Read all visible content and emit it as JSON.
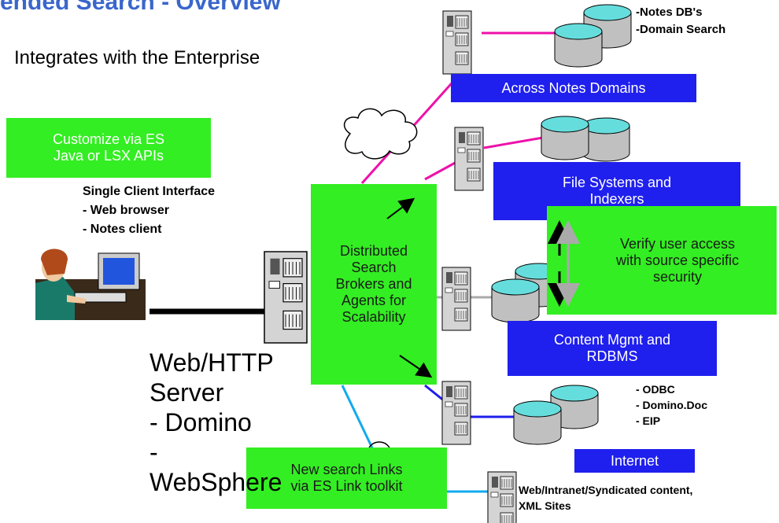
{
  "title": "ended Search - Overview",
  "subtitle": "Integrates with the Enterprise",
  "customize_box": [
    "Customize via ES",
    "Java or LSX APIs"
  ],
  "client_interface": [
    "Single Client Interface",
    "- Web browser",
    "- Notes client"
  ],
  "web_server": [
    "Web/HTTP",
    "Server",
    "- Domino",
    "-",
    "WebSphere"
  ],
  "brokers_box": [
    "Distributed",
    "Search",
    "Brokers and",
    "Agents for",
    "Scalability"
  ],
  "verify_box": [
    "Verify user access",
    "with source specific",
    "security"
  ],
  "new_links_box": [
    "New search Links",
    "via ES Link toolkit"
  ],
  "notes_domains": {
    "db_labels": [
      "-Notes DB's",
      "-Domain Search"
    ],
    "label": "Across Notes Domains"
  },
  "file_systems": {
    "label": [
      "File Systems and",
      "Indexers"
    ]
  },
  "content_mgmt": {
    "label": [
      "Content Mgmt and",
      "RDBMS"
    ]
  },
  "internet": {
    "label": "Internet",
    "db_labels": [
      "- ODBC",
      "- Domino.Doc",
      "- EIP"
    ]
  },
  "web_content": [
    "Web/Intranet/Syndicated content,",
    "XML Sites"
  ],
  "colors": {
    "green": "#33ee22",
    "blue": "#1f1fee",
    "title_blue": "#3a66cc",
    "cylinder_top": "#66dddd",
    "cylinder_body": "#c0c0c0",
    "magenta": "#ee11aa",
    "cyan": "#11aaee"
  }
}
